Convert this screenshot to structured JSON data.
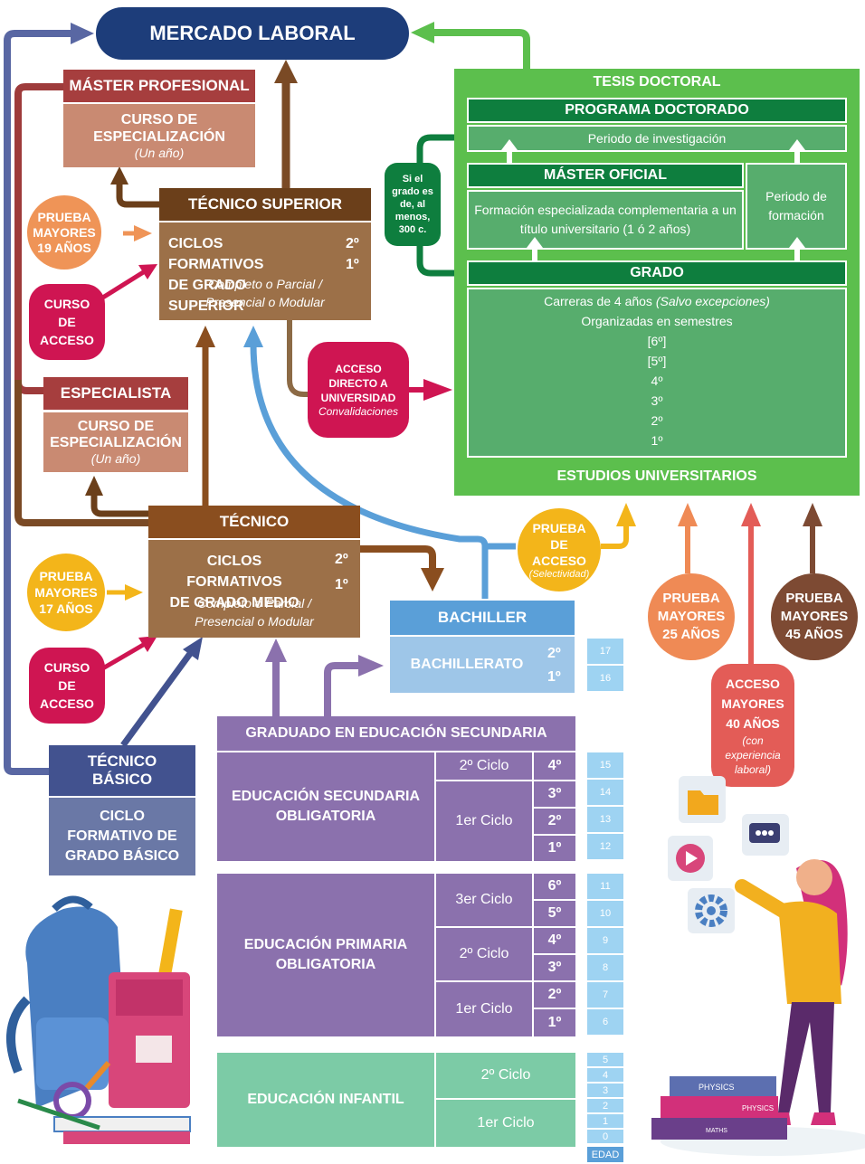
{
  "colors": {
    "navy": "#1d3d7a",
    "green": "#5cbf4d",
    "green_dark": "#0e7e3e",
    "green_mid": "#57ad6d",
    "brown_dark": "#6b3f1a",
    "brown": "#9c7048",
    "brown_light": "#c98a72",
    "red_dark": "#a63e3e",
    "crimson": "#cf1552",
    "orange": "#ef9457",
    "yellow": "#f3b51a",
    "purple": "#8b71ad",
    "purple_dark": "#6e5494",
    "blue": "#5a9fd8",
    "blue_light": "#9ec6e8",
    "slate": "#42528f",
    "slate_light": "#6a78a6",
    "mint": "#7ccba6",
    "sky": "#9ed3f2"
  },
  "mercado": "MERCADO LABORAL",
  "master_prof": {
    "title": "MÁSTER PROFESIONAL",
    "body": "CURSO DE ESPECIALIZACIÓN",
    "note": "(Un año)"
  },
  "tecnico_superior": {
    "title": "TÉCNICO SUPERIOR",
    "line1": "CICLOS FORMATIVOS",
    "line2": "DE GRADO SUPERIOR",
    "y2": "2º",
    "y1": "1º",
    "note1": "Completo o Parcial /",
    "note2": "Presencial o Modular"
  },
  "especialista": {
    "title": "ESPECIALISTA",
    "body": "CURSO DE ESPECIALIZACIÓN",
    "note": "(Un año)"
  },
  "tecnico": {
    "title": "TÉCNICO",
    "line1": "CICLOS FORMATIVOS",
    "line2": "DE GRADO MEDIO",
    "y2": "2º",
    "y1": "1º",
    "note1": "Completo o Parcial /",
    "note2": "Presencial o Modular"
  },
  "tecnico_basico": {
    "title": "TÉCNICO BÁSICO",
    "body": "CICLO FORMATIVO DE GRADO BÁSICO"
  },
  "prueba19": "PRUEBA MAYORES 19 AÑOS",
  "prueba17": "PRUEBA MAYORES 17 AÑOS",
  "curso_acceso": "CURSO DE ACCESO",
  "acceso_directo": {
    "line1": "ACCESO DIRECTO A UNIVERSIDAD",
    "note": "Convalidaciones"
  },
  "si_grado": "Si el grado es de, al menos, 300 c.",
  "uni": {
    "tesis": "TESIS DOCTORAL",
    "programa": "PROGRAMA DOCTORADO",
    "periodo_inv": "Periodo de investigación",
    "master": "MÁSTER OFICIAL",
    "master_body": "Formación especializada complementaria a un título universitario (1 ó 2 años)",
    "periodo_form": "Periodo de formación",
    "grado": "GRADO",
    "carreras": "Carreras de 4 años",
    "salvo": "(Salvo excepciones)",
    "organizadas": "Organizadas en semestres",
    "years": [
      "[6º]",
      "[5º]",
      "4º",
      "3º",
      "2º",
      "1º"
    ],
    "footer": "ESTUDIOS UNIVERSITARIOS"
  },
  "prueba_acceso": {
    "line1": "PRUEBA DE ACCESO",
    "note": "(Selectividad)"
  },
  "prueba25": "PRUEBA MAYORES 25 AÑOS",
  "prueba45": "PRUEBA MAYORES 45 AÑOS",
  "acceso40": {
    "line1": "ACCESO MAYORES 40 AÑOS",
    "note": "(con experiencia laboral)"
  },
  "bachiller": {
    "title": "BACHILLER",
    "body": "BACHILLERATO",
    "y2": "2º",
    "y1": "1º"
  },
  "graduado": "GRADUADO EN EDUCACIÓN SECUNDARIA",
  "eso": {
    "title": "EDUCACIÓN SECUNDARIA OBLIGATORIA",
    "ciclo2": "2º Ciclo",
    "ciclo1": "1er Ciclo",
    "years": [
      "4º",
      "3º",
      "2º",
      "1º"
    ]
  },
  "primaria": {
    "title": "EDUCACIÓN PRIMARIA OBLIGATORIA",
    "ciclo3": "3er Ciclo",
    "ciclo2": "2º Ciclo",
    "ciclo1": "1er Ciclo",
    "years": [
      "6º",
      "5º",
      "4º",
      "3º",
      "2º",
      "1º"
    ]
  },
  "infantil": {
    "title": "EDUCACIÓN INFANTIL",
    "ciclo2": "2º Ciclo",
    "ciclo1": "1er Ciclo"
  },
  "ages": {
    "bach": [
      "17",
      "16"
    ],
    "eso": [
      "15",
      "14",
      "13",
      "12"
    ],
    "prim": [
      "11",
      "10",
      "9",
      "8",
      "7",
      "6"
    ],
    "inf": [
      "5",
      "4",
      "3",
      "2",
      "1",
      "0"
    ],
    "label": "EDAD"
  },
  "books": [
    "PHYSICS",
    "PHYSICS",
    "MATHS"
  ]
}
